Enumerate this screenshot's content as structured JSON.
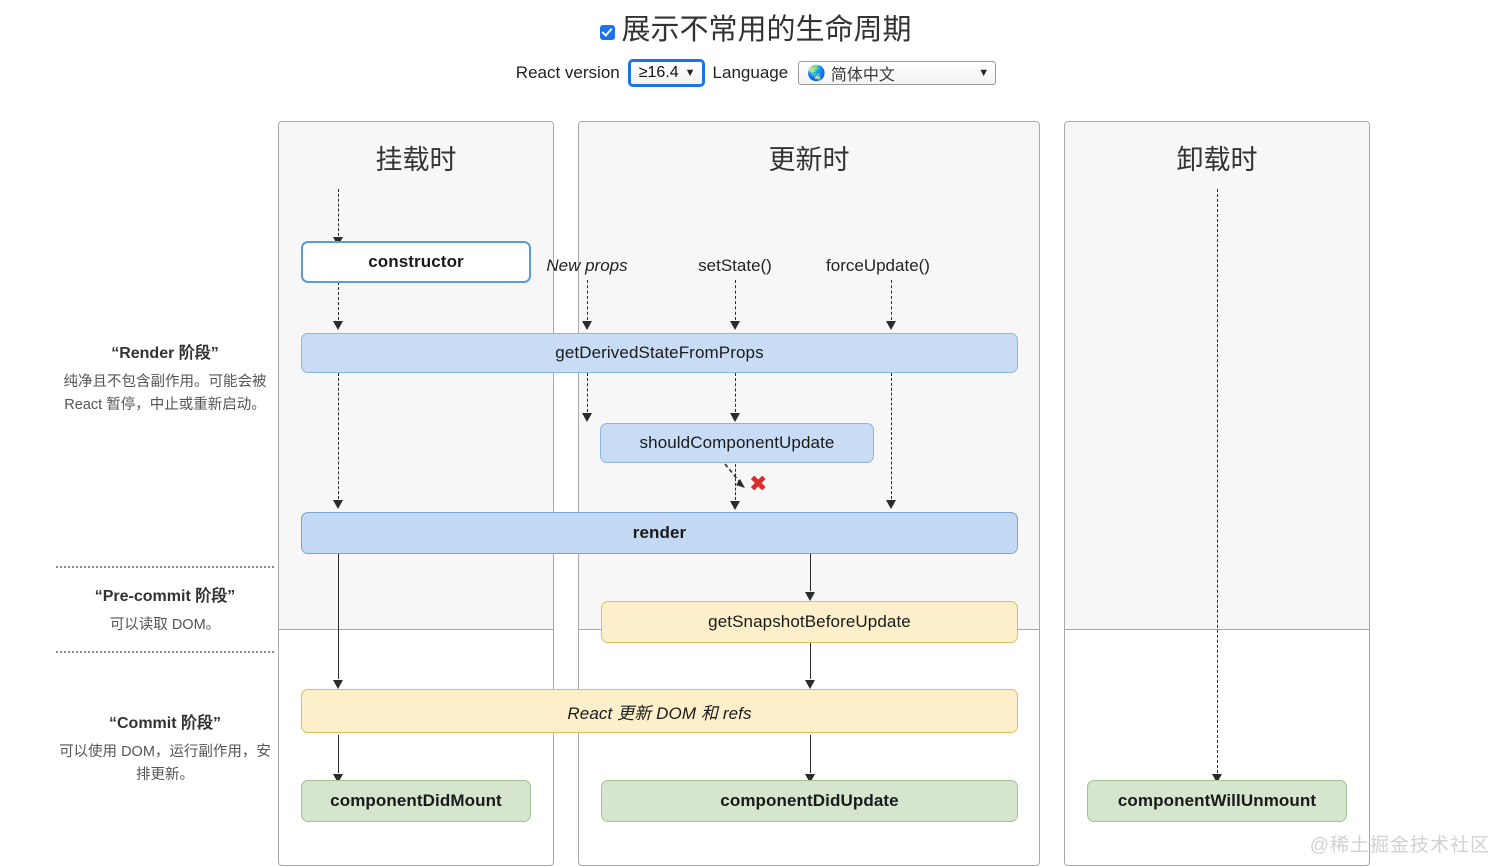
{
  "header": {
    "checkbox_checked": true,
    "title": "展示不常用的生命周期",
    "react_version_label": "React version",
    "react_version_value": "≥16.4",
    "language_label": "Language",
    "language_value": "简体中文",
    "globe_icon": "🌏",
    "caret_icon": "▼"
  },
  "legend": [
    {
      "title": "“Render 阶段”",
      "desc": "纯净且不包含副作用。可能会被 React 暂停，中止或重新启动。"
    },
    {
      "title": "“Pre-commit 阶段”",
      "desc": "可以读取 DOM。"
    },
    {
      "title": "“Commit 阶段”",
      "desc": "可以使用 DOM，运行副作用，安排更新。"
    }
  ],
  "columns": [
    {
      "key": "mount",
      "title": "挂载时"
    },
    {
      "key": "update",
      "title": "更新时"
    },
    {
      "key": "unmount",
      "title": "卸载时"
    }
  ],
  "triggers": [
    {
      "label": "New props",
      "italic": true
    },
    {
      "label": "setState()",
      "italic": false
    },
    {
      "label": "forceUpdate()",
      "italic": false
    }
  ],
  "boxes": {
    "constructor": "constructor",
    "getDerivedStateFromProps": "getDerivedStateFromProps",
    "shouldComponentUpdate": "shouldComponentUpdate",
    "render": "render",
    "getSnapshotBeforeUpdate": "getSnapshotBeforeUpdate",
    "reactUpdateDom": "React 更新 DOM 和 refs",
    "componentDidMount": "componentDidMount",
    "componentDidUpdate": "componentDidUpdate",
    "componentWillUnmount": "componentWillUnmount"
  },
  "marks": {
    "skip_x": "✖"
  },
  "watermark": "@稀土掘金技术社区",
  "colors": {
    "accent_blue": "#1a73e8",
    "box_white_border": "#5b9bd5",
    "box_blue_light_fill": "#c8ddf5",
    "box_blue_fill": "#c3d8f2",
    "box_yellow_fill": "#fcefc9",
    "box_green_fill": "#d6e5cd",
    "x_red": "#d92c2c",
    "panel_top_bg": "#f7f7f7"
  }
}
